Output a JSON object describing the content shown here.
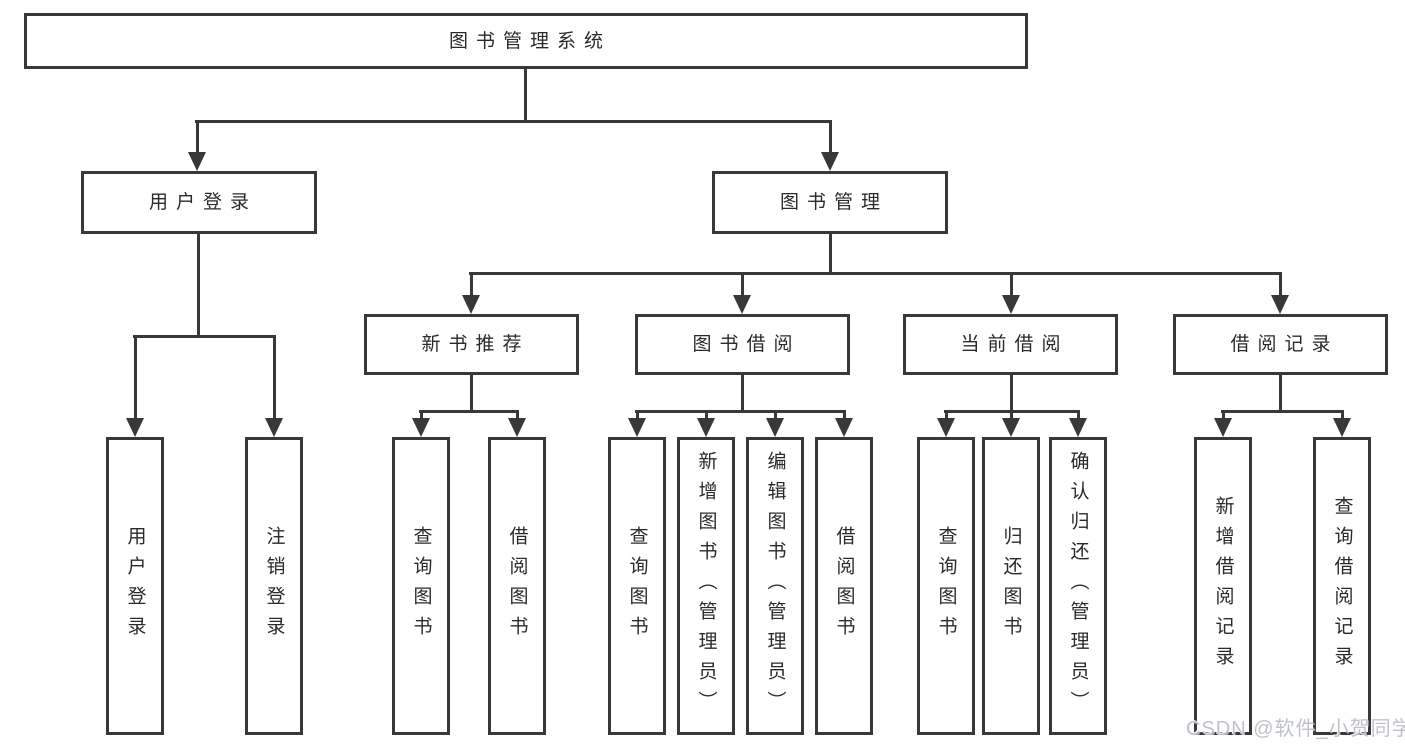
{
  "colors": {
    "background": "#ffffff",
    "line": "#383838",
    "box_border": "#383838",
    "box_background": "#ffffff",
    "label_text": "#2a2a2a",
    "watermark_text": "#bfc3c9"
  },
  "tree": {
    "root": {
      "label": "图书管理系统"
    },
    "branches": [
      {
        "label": "用户登录",
        "children": [
          {
            "label": "用户登录"
          },
          {
            "label": "注销登录"
          }
        ]
      },
      {
        "label": "图书管理",
        "children": [
          {
            "label": "新书推荐",
            "children": [
              {
                "label": "查询图书"
              },
              {
                "label": "借阅图书"
              }
            ]
          },
          {
            "label": "图书借阅",
            "children": [
              {
                "label": "查询图书"
              },
              {
                "label": "新增图书（管理员）"
              },
              {
                "label": "编辑图书（管理员）"
              },
              {
                "label": "借阅图书"
              }
            ]
          },
          {
            "label": "当前借阅",
            "children": [
              {
                "label": "查询图书"
              },
              {
                "label": "归还图书"
              },
              {
                "label": "确认归还（管理员）"
              }
            ]
          },
          {
            "label": "借阅记录",
            "children": [
              {
                "label": "新增借阅记录"
              },
              {
                "label": "查询借阅记录"
              }
            ]
          }
        ]
      }
    ]
  },
  "watermark": {
    "text": "CSDN @软件_小贺同学"
  }
}
